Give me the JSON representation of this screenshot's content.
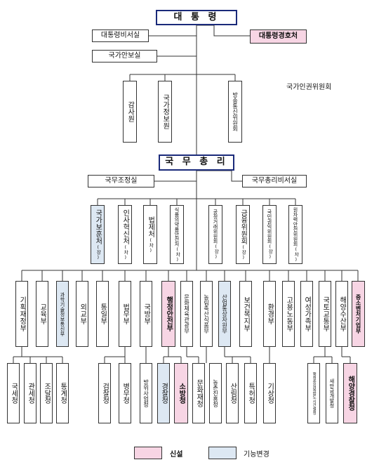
{
  "top": {
    "president": "대 통 령",
    "chief_of_staff": "대통령비서실",
    "national_security": "국가안보실",
    "presidential_security": "대통령경호처",
    "human_rights": "국가인권위원회",
    "bai": "감사원",
    "nis": "국가정보원",
    "kcc": "방송통신위원회"
  },
  "pm": {
    "prime_minister": "국 무 총 리",
    "policy_coordination": "국무조정실",
    "pm_secretariat": "국무총리비서실"
  },
  "pm_agencies": [
    {
      "name": "국가보훈처",
      "tag": "(장)"
    },
    {
      "name": "인사혁신처",
      "tag": "(차)"
    },
    {
      "name": "법제처",
      "tag": "(차)"
    },
    {
      "name": "식품의약품안전처",
      "tag": "(차)"
    },
    {
      "name": "공정거래위원회",
      "tag": "(장)"
    },
    {
      "name": "금융위원회",
      "tag": "(장)"
    },
    {
      "name": "국민권익위원회",
      "tag": "(장)"
    },
    {
      "name": "원자력안전위원회",
      "tag": "(차)"
    }
  ],
  "ministries": [
    "기획재정부",
    "교육부",
    "과학기술정보통신부",
    "외교부",
    "통일부",
    "법무부",
    "국방부",
    "행정안전부",
    "문화체육관광부",
    "농림축산식품부",
    "산업통상자원부",
    "보건복지부",
    "환경부",
    "고용노동부",
    "여성가족부",
    "국토교통부",
    "해양수산부",
    "중소벤처기업부"
  ],
  "agencies": [
    "국세청",
    "관세청",
    "조달청",
    "통계청",
    "검찰청",
    "병무청",
    "방위사업청",
    "경찰청",
    "소방청",
    "문화재청",
    "농촌진흥청",
    "산림청",
    "특허청",
    "기상청",
    "행정중심복합도시건설청",
    "새만금개발청",
    "해양경찰청"
  ],
  "legend": {
    "new_label": "신설",
    "changed_label": "기능변경"
  },
  "colors": {
    "new": "#f7d5e4",
    "changed": "#dde8f3",
    "head_border": "#1a2a7a"
  }
}
